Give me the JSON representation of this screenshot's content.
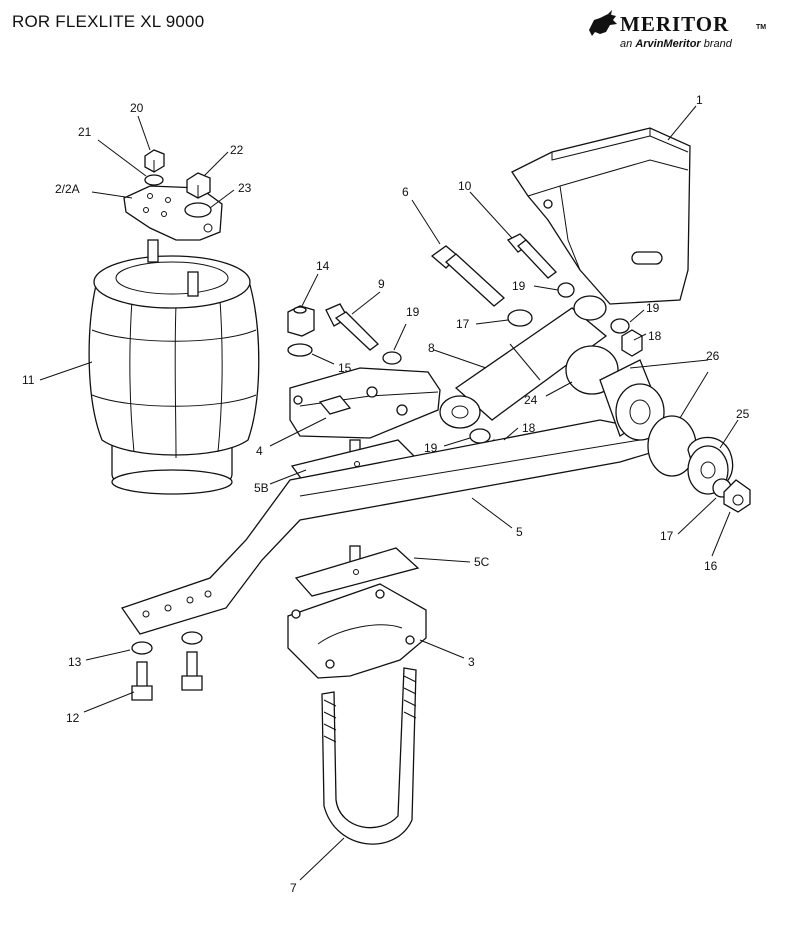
{
  "header": {
    "title": "ROR  FLEXLITE XL 9000"
  },
  "brand": {
    "wordmark": "MERITOR",
    "tm": "TM",
    "tagline_prefix": "an",
    "tagline_company": "ArvinMeritor",
    "tagline_suffix": "brand"
  },
  "callouts": [
    {
      "id": "c1",
      "text": "1"
    },
    {
      "id": "c2",
      "text": "2/2A"
    },
    {
      "id": "c3",
      "text": "3"
    },
    {
      "id": "c4",
      "text": "4"
    },
    {
      "id": "c5",
      "text": "5"
    },
    {
      "id": "c5b",
      "text": "5B"
    },
    {
      "id": "c5c",
      "text": "5C"
    },
    {
      "id": "c6",
      "text": "6"
    },
    {
      "id": "c7",
      "text": "7"
    },
    {
      "id": "c8",
      "text": "8"
    },
    {
      "id": "c9",
      "text": "9"
    },
    {
      "id": "c10",
      "text": "10"
    },
    {
      "id": "c11",
      "text": "11"
    },
    {
      "id": "c12",
      "text": "12"
    },
    {
      "id": "c13",
      "text": "13"
    },
    {
      "id": "c14",
      "text": "14"
    },
    {
      "id": "c15",
      "text": "15"
    },
    {
      "id": "c16",
      "text": "16"
    },
    {
      "id": "c17a",
      "text": "17"
    },
    {
      "id": "c17b",
      "text": "17"
    },
    {
      "id": "c18a",
      "text": "18"
    },
    {
      "id": "c18b",
      "text": "18"
    },
    {
      "id": "c19a",
      "text": "19"
    },
    {
      "id": "c19b",
      "text": "19"
    },
    {
      "id": "c19c",
      "text": "19"
    },
    {
      "id": "c19d",
      "text": "19"
    },
    {
      "id": "c20",
      "text": "20"
    },
    {
      "id": "c21",
      "text": "21"
    },
    {
      "id": "c22",
      "text": "22"
    },
    {
      "id": "c23",
      "text": "23"
    },
    {
      "id": "c24",
      "text": "24"
    },
    {
      "id": "c25",
      "text": "25"
    },
    {
      "id": "c26",
      "text": "26"
    }
  ]
}
